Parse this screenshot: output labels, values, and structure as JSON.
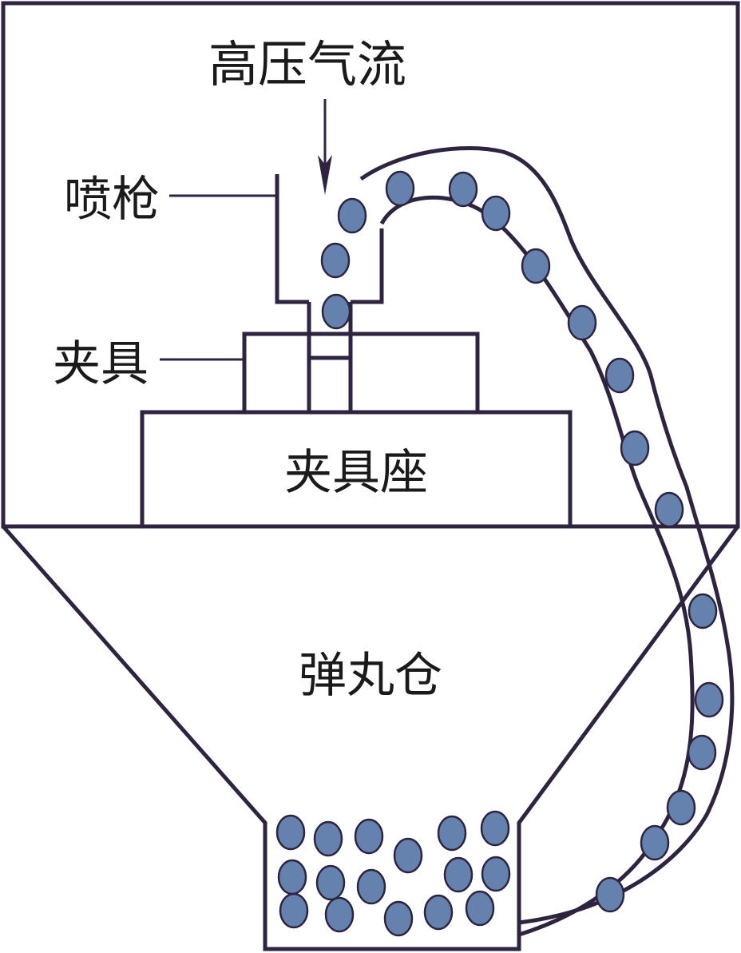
{
  "labels": {
    "airflow": "高压气流",
    "spray_gun": "喷枪",
    "fixture": "夹具",
    "fixture_base": "夹具座",
    "shot_bin": "弹丸仓"
  },
  "colors": {
    "stroke": "#2e2440",
    "shot_fill": "#6581ad",
    "background": "#ffffff"
  }
}
